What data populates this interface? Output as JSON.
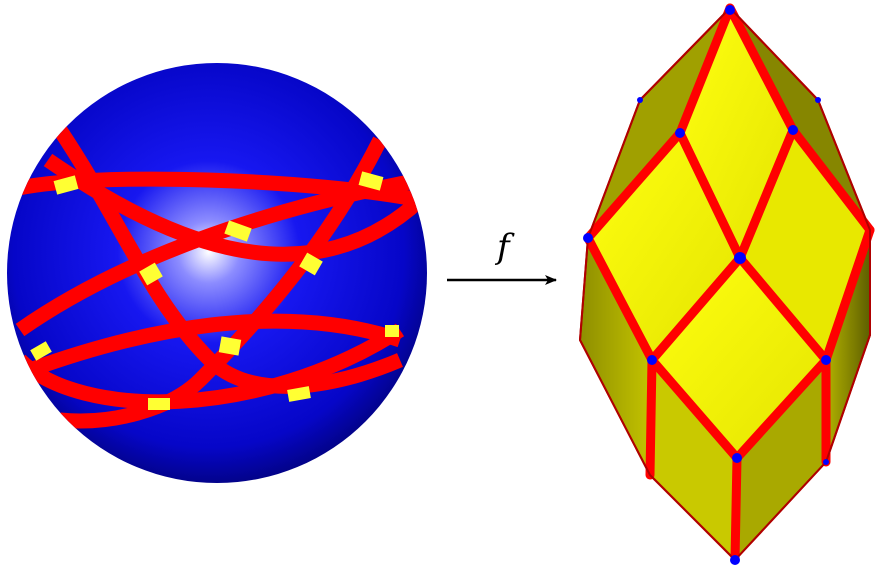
{
  "diagram": {
    "map_label": "f",
    "colors": {
      "sphere_blue": "#0a0ad8",
      "sphere_highlight": "#ffffff",
      "great_circle_red": "#ff0000",
      "intersection_yellow": "#ffff33",
      "polyhedron_face_yellow": "#eeee00",
      "polyhedron_side_olive": "#a8a800",
      "vertex_blue": "#0000ff",
      "outline_darkred": "#b00000",
      "arrow_black": "#000000"
    },
    "icons": {
      "sphere": "sphere-with-great-circles",
      "polyhedron": "rhombic-zonohedron",
      "arrow": "right-arrow"
    }
  }
}
